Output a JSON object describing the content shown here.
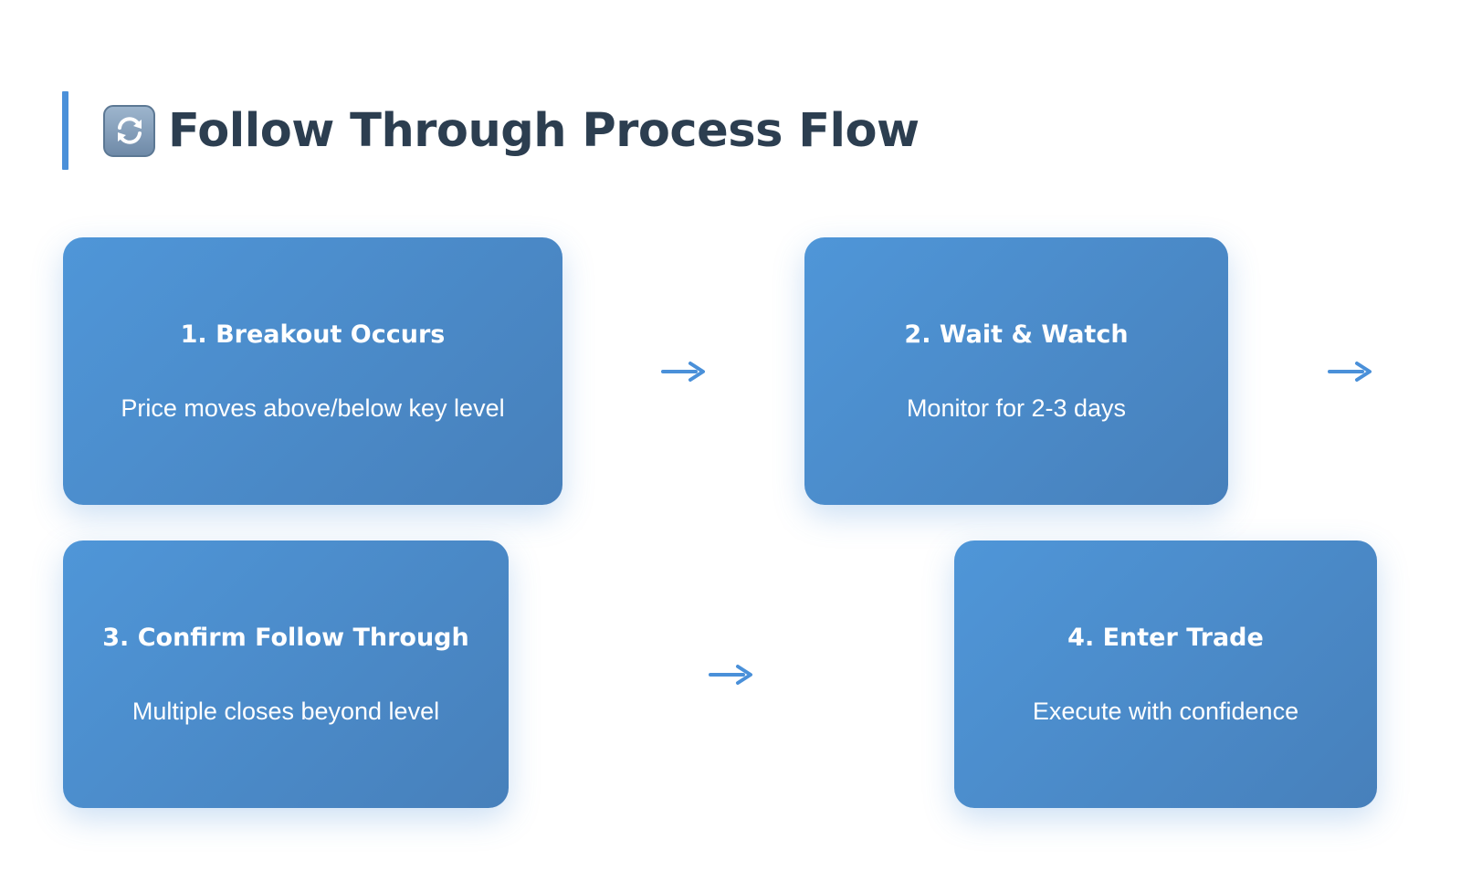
{
  "page": {
    "title": "Follow Through Process Flow",
    "title_icon": "counterclockwise-arrows-icon",
    "accent_color": "#4a90d9",
    "title_color": "#2c3e50"
  },
  "steps": [
    {
      "title": "1. Breakout Occurs",
      "description": "Price moves above/below key level"
    },
    {
      "title": "2. Wait & Watch",
      "description": "Monitor for 2-3 days"
    },
    {
      "title": "3. Confirm Follow Through",
      "description": "Multiple closes beyond level"
    },
    {
      "title": "4. Enter Trade",
      "description": "Execute with confidence"
    }
  ],
  "connectors": [
    {
      "icon": "right-arrow-icon"
    },
    {
      "icon": "right-arrow-icon"
    },
    {
      "icon": "right-arrow-icon"
    }
  ]
}
